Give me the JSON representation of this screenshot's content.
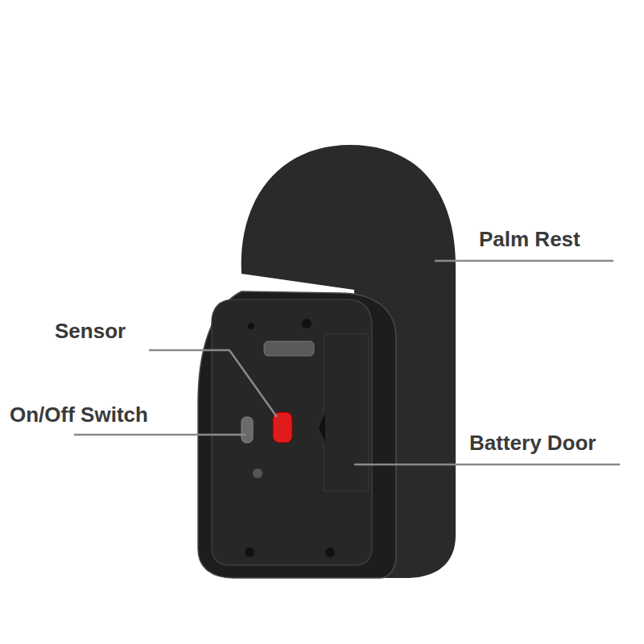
{
  "diagram": {
    "labels": [
      "Palm Rest",
      "Sensor",
      "On/Off Switch",
      "Battery Door"
    ]
  }
}
